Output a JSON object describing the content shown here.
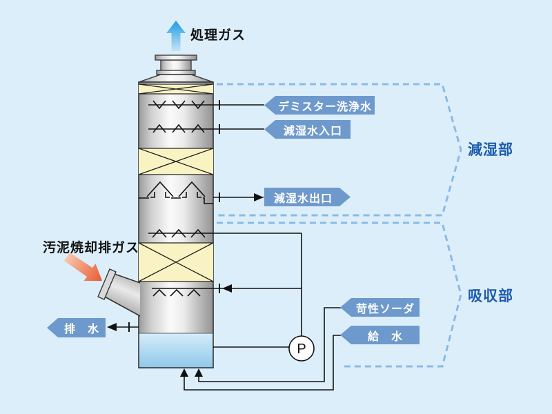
{
  "diagram": {
    "title_hint": "scrubber-tower-process-diagram",
    "flows": {
      "treated_gas": "処理ガス",
      "exhaust_gas": "汚泥焼却排ガス"
    },
    "tags": {
      "demister_wash": "デミスター洗浄水",
      "dehumid_in": "減湿水入口",
      "dehumid_out": "減湿水出口",
      "caustic": "苛性ソーダ",
      "water": "給　水",
      "drain": "排　水"
    },
    "sections": {
      "dehumid": "減湿部",
      "absorb": "吸収部"
    },
    "pump": {
      "label": "P"
    },
    "colors": {
      "background": "#dceefa",
      "tag_blue": "#6e99cc",
      "section_text_blue": "#1d5cad",
      "dashed_brace_blue": "#8abbe6",
      "packing_yellow": "#f9f3c4",
      "treated_gas_arrow_blue": "#1e9be2",
      "exhaust_gas_arrow_orange": "#e85a33",
      "sump_liquid_blue": "#8fc8ea"
    }
  }
}
